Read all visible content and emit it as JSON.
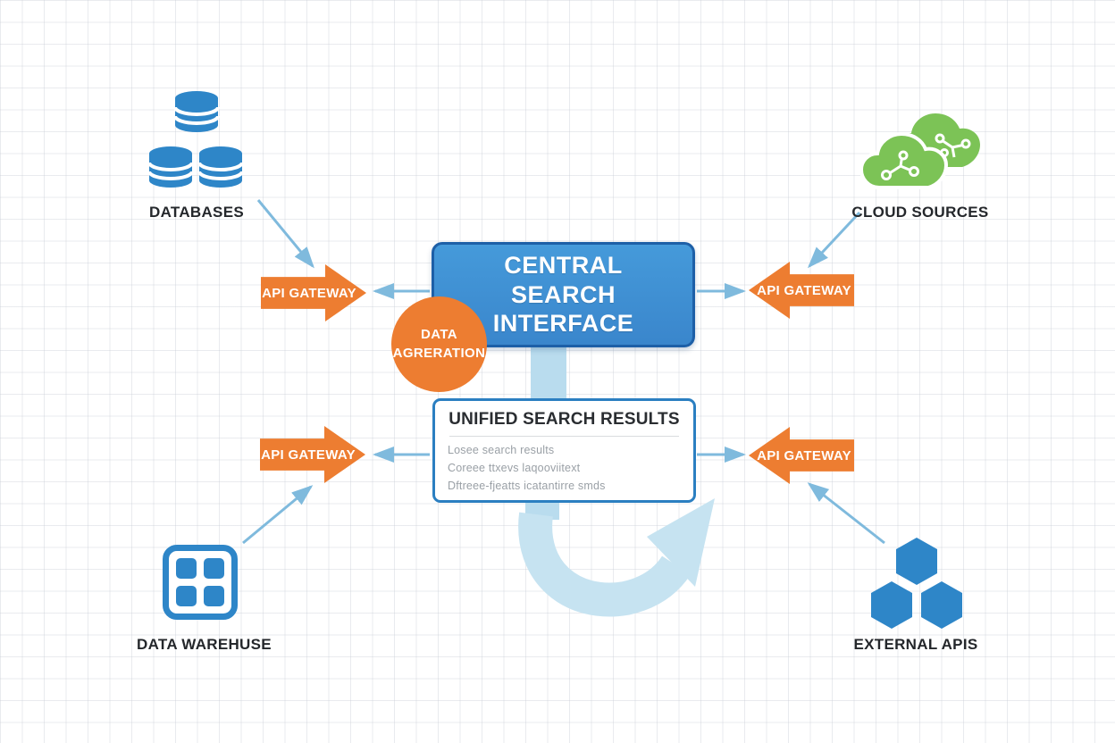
{
  "diagram": {
    "central_interface": {
      "title": "CENTRAL SEARCH INTERFACE"
    },
    "data_aggregation": {
      "line1": "DATA",
      "line2": "AGRERATION"
    },
    "api_gateway": {
      "label": "API GATEWAY"
    },
    "unified_results": {
      "title": "UNIFIED SEARCH RESULTS",
      "items": [
        "Losee search results",
        "Coreee ttxevs laqooviitext",
        "Dftreee-fjeatts icatantirre smds"
      ]
    },
    "sources": {
      "databases": {
        "label": "DATABASES",
        "icon": "database-stack-icon"
      },
      "cloud_sources": {
        "label": "CLOUD SOURCES",
        "icon": "cloud-network-icon"
      },
      "data_warehouse": {
        "label": "DATA WAREHUSE",
        "icon": "warehouse-grid-icon"
      },
      "external_apis": {
        "label": "EXTERNAL APIS",
        "icon": "hexagon-cluster-icon"
      }
    },
    "colors": {
      "node_blue": "#2e86c8",
      "box_blue": "#3a86cc",
      "box_border": "#1d5fa7",
      "orange": "#ed7d31",
      "green": "#7cc356",
      "connector_blue": "#7fbadd",
      "flow_band_blue": "#b9dcee",
      "swoosh_blue": "#c6e3f1",
      "label_text": "#24272b",
      "muted_text": "#9aa0a6"
    }
  }
}
